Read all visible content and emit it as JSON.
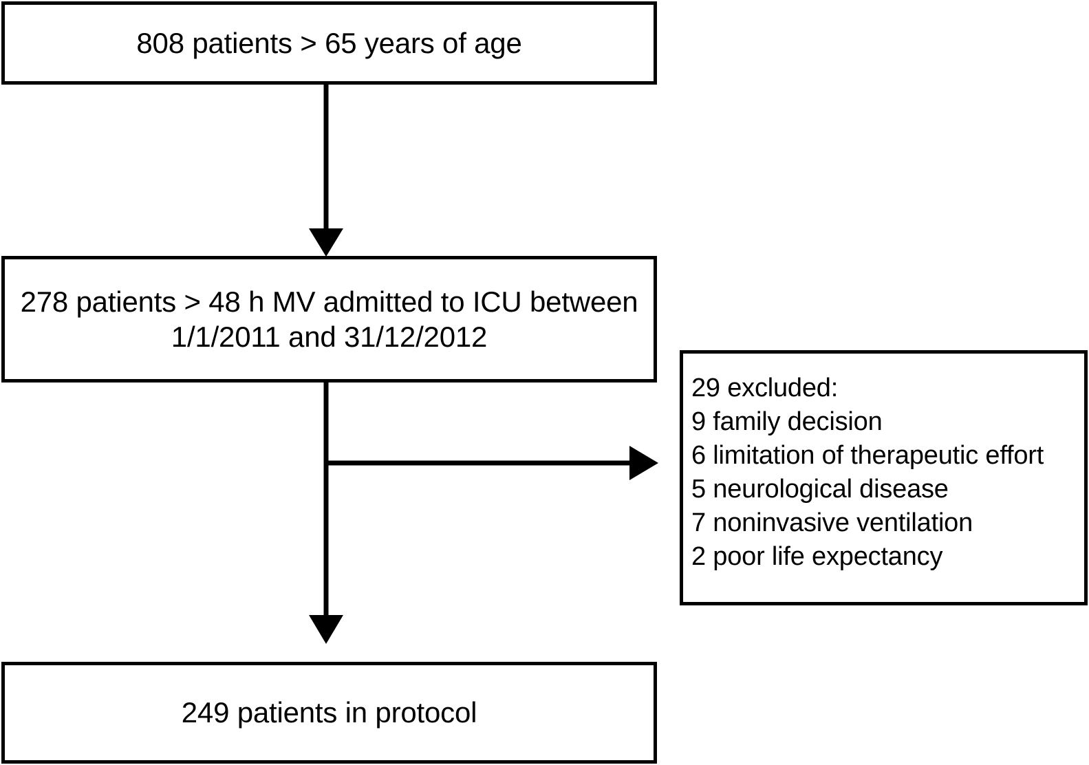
{
  "diagram": {
    "type": "patient-flow-chart",
    "title": "",
    "nodes": {
      "enrolled": {
        "label": "808 patients > 65 years of age",
        "count": 808
      },
      "eligible": {
        "label": "278 patients > 48 h MV admitted to ICU between\n1/1/2011 and 31/12/2012",
        "count": 278
      },
      "excluded": {
        "heading": "29 excluded:",
        "count": 29,
        "reasons": [
          "9 family decision",
          "6 limitation of therapeutic effort",
          "5 neurological disease",
          "7 noninvasive ventilation",
          "2 poor life expectancy"
        ]
      },
      "protocol": {
        "label": "249 patients in protocol",
        "count": 249
      }
    },
    "connectors": [
      {
        "name": "enrolled-to-eligible",
        "direction": "down"
      },
      {
        "name": "eligible-to-excluded",
        "direction": "right"
      },
      {
        "name": "eligible-to-protocol",
        "direction": "down"
      }
    ],
    "colors": {
      "stroke": "#000000",
      "background": "#ffffff",
      "text": "#000000"
    }
  }
}
